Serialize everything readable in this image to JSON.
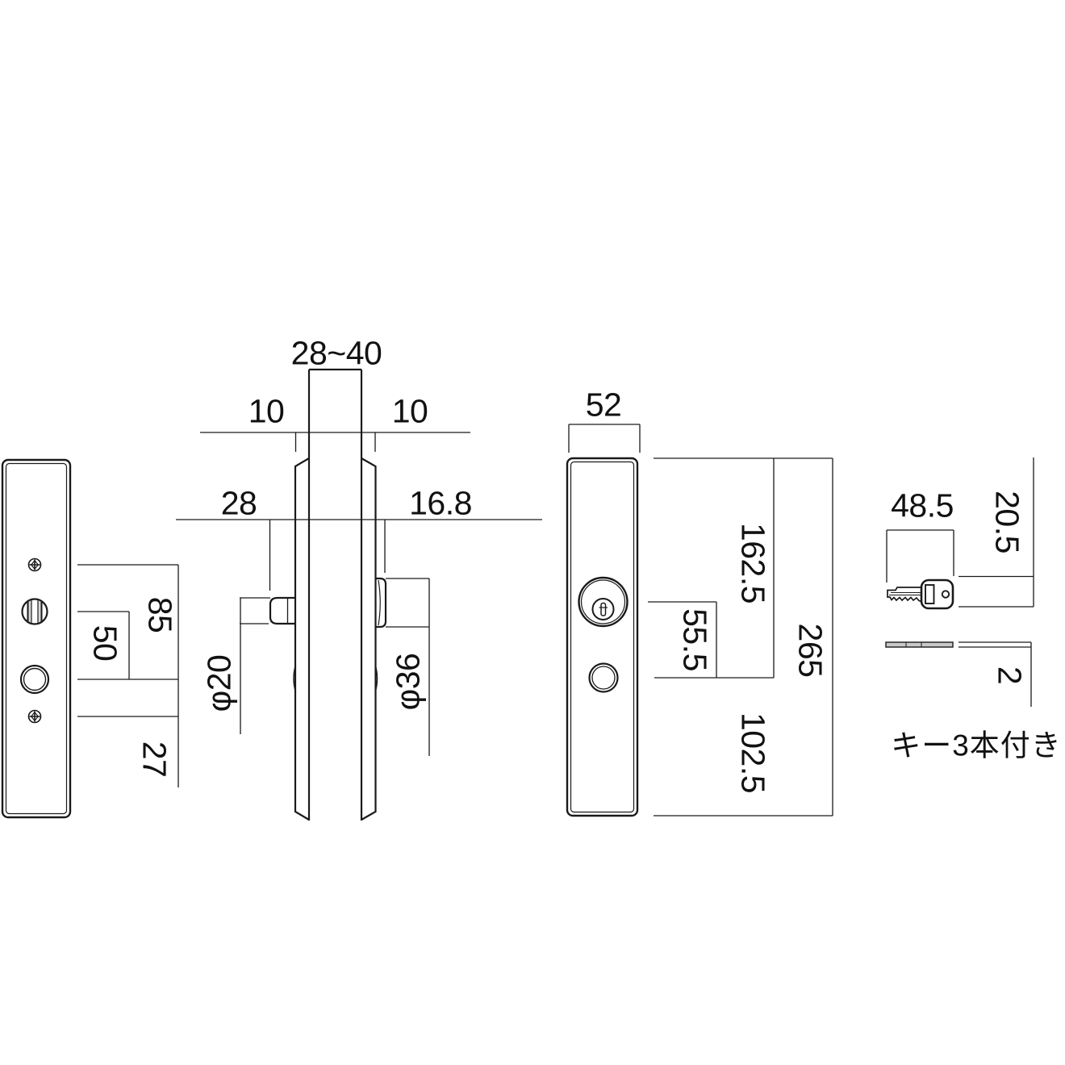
{
  "drawing": {
    "title_note": "Technical drawing of a sliding-door keyed lock set (interior plate, section view, exterior plate, key)",
    "side_view": {
      "door_thickness": "28~40",
      "plate_thickness_left": "10",
      "plate_thickness_right": "10",
      "interior_protrusion": "28",
      "exterior_protrusion": "16.8",
      "turn_boss_diameter": "φ20",
      "cylinder_boss_diameter": "φ36"
    },
    "interior_view": {
      "turn_to_ring": "50",
      "screw_to_ring": "85",
      "ring_to_screw": "27"
    },
    "exterior_view": {
      "plate_width": "52",
      "cylinder_to_ring": "55.5",
      "top_to_ring": "162.5",
      "ring_to_bottom": "102.5",
      "plate_height": "265"
    },
    "key_view": {
      "key_length": "48.5",
      "key_width": "20.5",
      "key_thickness": "2",
      "note": "キー3本付き"
    },
    "colors": {
      "line": "#1a1a1a",
      "background": "#ffffff",
      "shade": "#d8d8d8"
    }
  }
}
